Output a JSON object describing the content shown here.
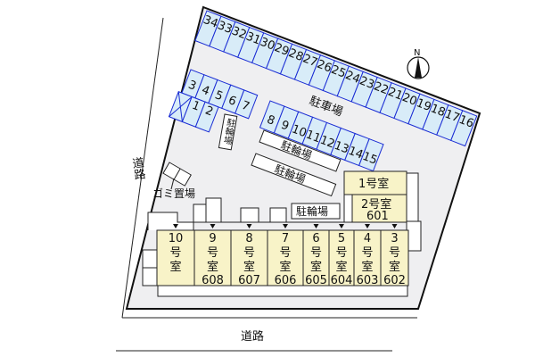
{
  "colors": {
    "lot": "#efeff1",
    "parking_fill": "#d8ecf8",
    "parking_stroke": "#1a2cd4",
    "room_fill": "#f8f3c8",
    "line": "#222222"
  },
  "labels": {
    "parking": "駐車場",
    "bike1": "駐輪場",
    "bike2": "駐輪場",
    "bike3": "駐輪場",
    "bike_small": "駐輪場",
    "garbage": "ゴミ置場",
    "road_left": "道路",
    "road_bottom": "道路",
    "north": "N"
  },
  "parking": {
    "top_row": [
      "34",
      "33",
      "32",
      "31",
      "30",
      "29",
      "28",
      "27",
      "26",
      "25",
      "24",
      "23",
      "22",
      "21",
      "20",
      "19",
      "18",
      "17",
      "16"
    ],
    "left_top_row": [
      "3",
      "4",
      "5",
      "6",
      "7"
    ],
    "left_bottom_row": [
      "",
      "1",
      "2"
    ],
    "middle_row": [
      "8",
      "9",
      "10",
      "11",
      "12",
      "13",
      "14",
      "15"
    ]
  },
  "rooms_top": [
    {
      "name": "1号室",
      "number": ""
    },
    {
      "name": "2号室",
      "number": "601"
    }
  ],
  "rooms": [
    {
      "num": "10",
      "suffix1": "号",
      "suffix2": "室",
      "number": ""
    },
    {
      "num": "9",
      "suffix1": "号",
      "suffix2": "室",
      "number": "608"
    },
    {
      "num": "8",
      "suffix1": "号",
      "suffix2": "室",
      "number": "607"
    },
    {
      "num": "7",
      "suffix1": "号",
      "suffix2": "室",
      "number": "606"
    },
    {
      "num": "6",
      "suffix1": "号",
      "suffix2": "室",
      "number": "605"
    },
    {
      "num": "5",
      "suffix1": "号",
      "suffix2": "室",
      "number": "604"
    },
    {
      "num": "4",
      "suffix1": "号",
      "suffix2": "室",
      "number": "603"
    },
    {
      "num": "3",
      "suffix1": "号",
      "suffix2": "室",
      "number": "602"
    }
  ]
}
